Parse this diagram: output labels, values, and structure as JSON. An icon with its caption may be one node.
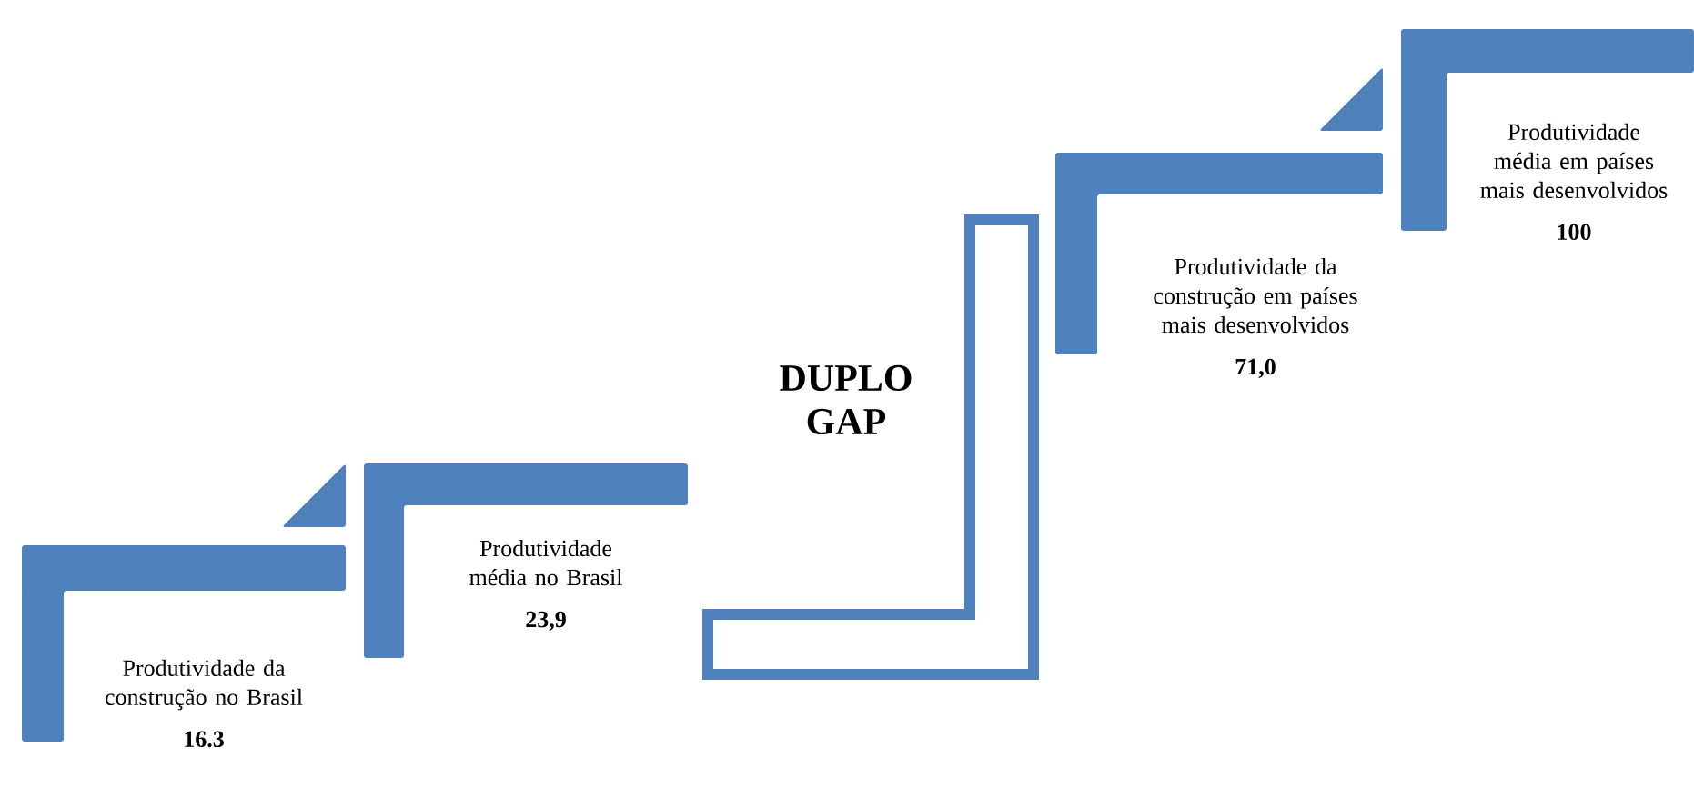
{
  "diagram": {
    "nodes": [
      {
        "text": [
          "Produtividade da construção no Brasil",
          "16.3"
        ]
      },
      {
        "text": [
          "Produtividade média no Brasil",
          "23,9"
        ]
      },
      {
        "text": [
          "DUPLO GAP"
        ]
      },
      {
        "text": [
          "Produtividade da construção em países mais desenvolvidos",
          "71,0"
        ]
      },
      {
        "text": [
          "Produtividade média em países mais desenvolvidos",
          "100"
        ]
      }
    ]
  }
}
